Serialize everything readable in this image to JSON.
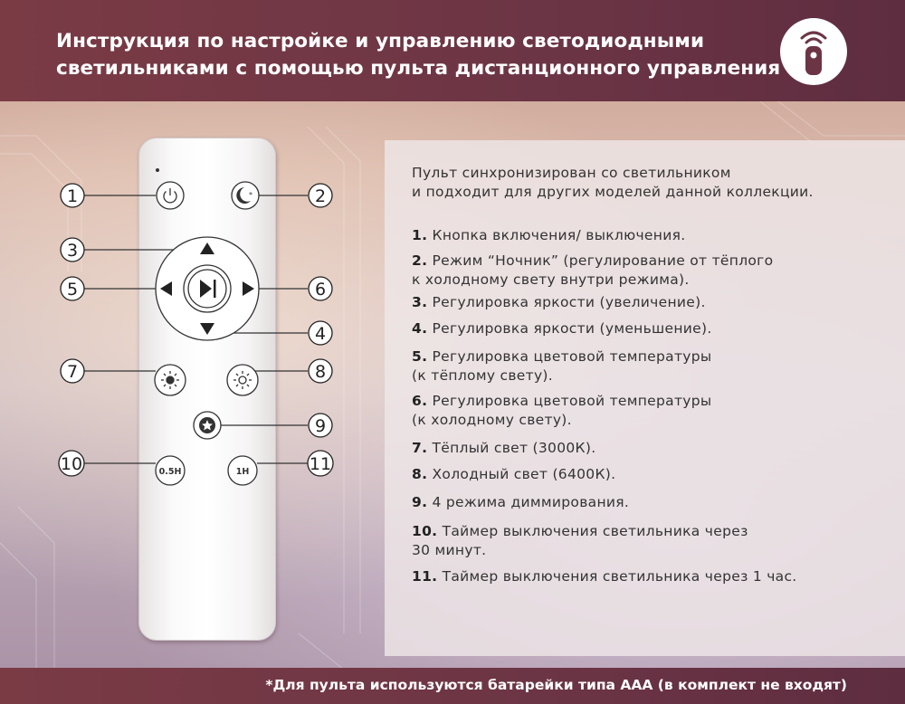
{
  "header": {
    "title_line1": "Инструкция по настройке и управлению светодиодными",
    "title_line2": "светильниками с помощью пульта дистанционного управления"
  },
  "intro": {
    "line1": "Пульт синхронизирован со светильником",
    "line2": "и подходит для других моделей данной коллекции."
  },
  "items": [
    {
      "num": "1.",
      "lines": [
        "Кнопка включения/ выключения."
      ]
    },
    {
      "num": "2.",
      "lines": [
        "Режим “Ночник” (регулирование от тёплого",
        "к холодному свету внутри режима)."
      ]
    },
    {
      "num": "3.",
      "lines": [
        "Регулировка яркости (увеличение)."
      ]
    },
    {
      "num": "4.",
      "lines": [
        "Регулировка яркости (уменьшение)."
      ]
    },
    {
      "num": "5.",
      "lines": [
        "Регулировка цветовой температуры",
        "(к тёплому свету)."
      ]
    },
    {
      "num": "6.",
      "lines": [
        "Регулировка цветовой температуры",
        "(к холодному свету)."
      ]
    },
    {
      "num": "7.",
      "lines": [
        "Тёплый свет (3000К)."
      ]
    },
    {
      "num": "8.",
      "lines": [
        "Холодный свет (6400К)."
      ]
    },
    {
      "num": "9.",
      "lines": [
        "4 режима диммирования."
      ]
    },
    {
      "num": "10.",
      "lines": [
        "Таймер выключения светильника через",
        "30 минут."
      ]
    },
    {
      "num": "11.",
      "lines": [
        "Таймер выключения светильника через 1 час."
      ]
    }
  ],
  "remote": {
    "btn_half_hour": "0.5H",
    "btn_one_hour": "1H"
  },
  "callouts": [
    "1",
    "2",
    "3",
    "4",
    "5",
    "6",
    "7",
    "8",
    "9",
    "10",
    "11"
  ],
  "footer": {
    "note": "*Для пульта используются батарейки типа ААА (в комплект не входят)"
  },
  "colors": {
    "header_bg": "#6c3545",
    "panel_bg": "#eee6e8",
    "text": "#333333"
  }
}
